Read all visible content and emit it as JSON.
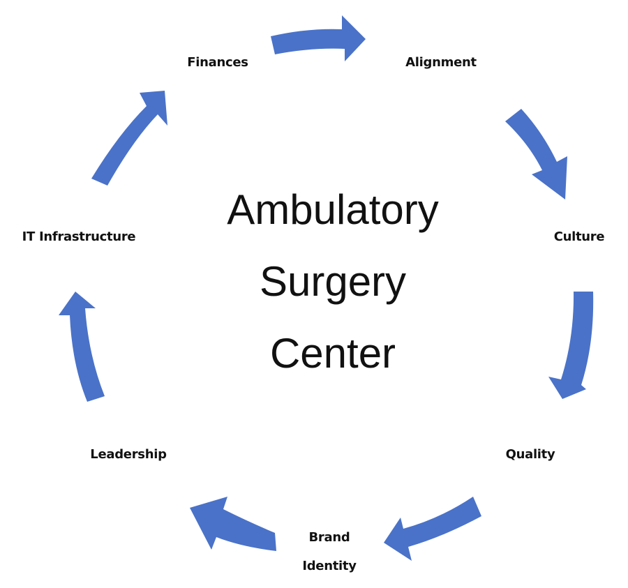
{
  "diagram": {
    "type": "cycle",
    "center_title": [
      "Ambulatory",
      "Surgery",
      "Center"
    ],
    "arrow_color": "#4A72C8",
    "text_color": "#111111",
    "nodes": [
      {
        "label": "Finances",
        "lines": [
          "Finances"
        ]
      },
      {
        "label": "Alignment",
        "lines": [
          "Alignment"
        ]
      },
      {
        "label": "Culture",
        "lines": [
          "Culture"
        ]
      },
      {
        "label": "Quality",
        "lines": [
          "Quality"
        ]
      },
      {
        "label": "Brand Identity",
        "lines": [
          "Brand",
          "Identity"
        ]
      },
      {
        "label": "Leadership",
        "lines": [
          "Leadership"
        ]
      },
      {
        "label": "IT Infrastructure",
        "lines": [
          "IT Infrastructure"
        ]
      }
    ],
    "edges": [
      {
        "from": "Finances",
        "to": "Alignment"
      },
      {
        "from": "Alignment",
        "to": "Culture"
      },
      {
        "from": "Culture",
        "to": "Quality"
      },
      {
        "from": "Quality",
        "to": "Brand Identity"
      },
      {
        "from": "Brand Identity",
        "to": "Leadership"
      },
      {
        "from": "Leadership",
        "to": "IT Infrastructure"
      },
      {
        "from": "IT Infrastructure",
        "to": "Finances"
      }
    ]
  }
}
